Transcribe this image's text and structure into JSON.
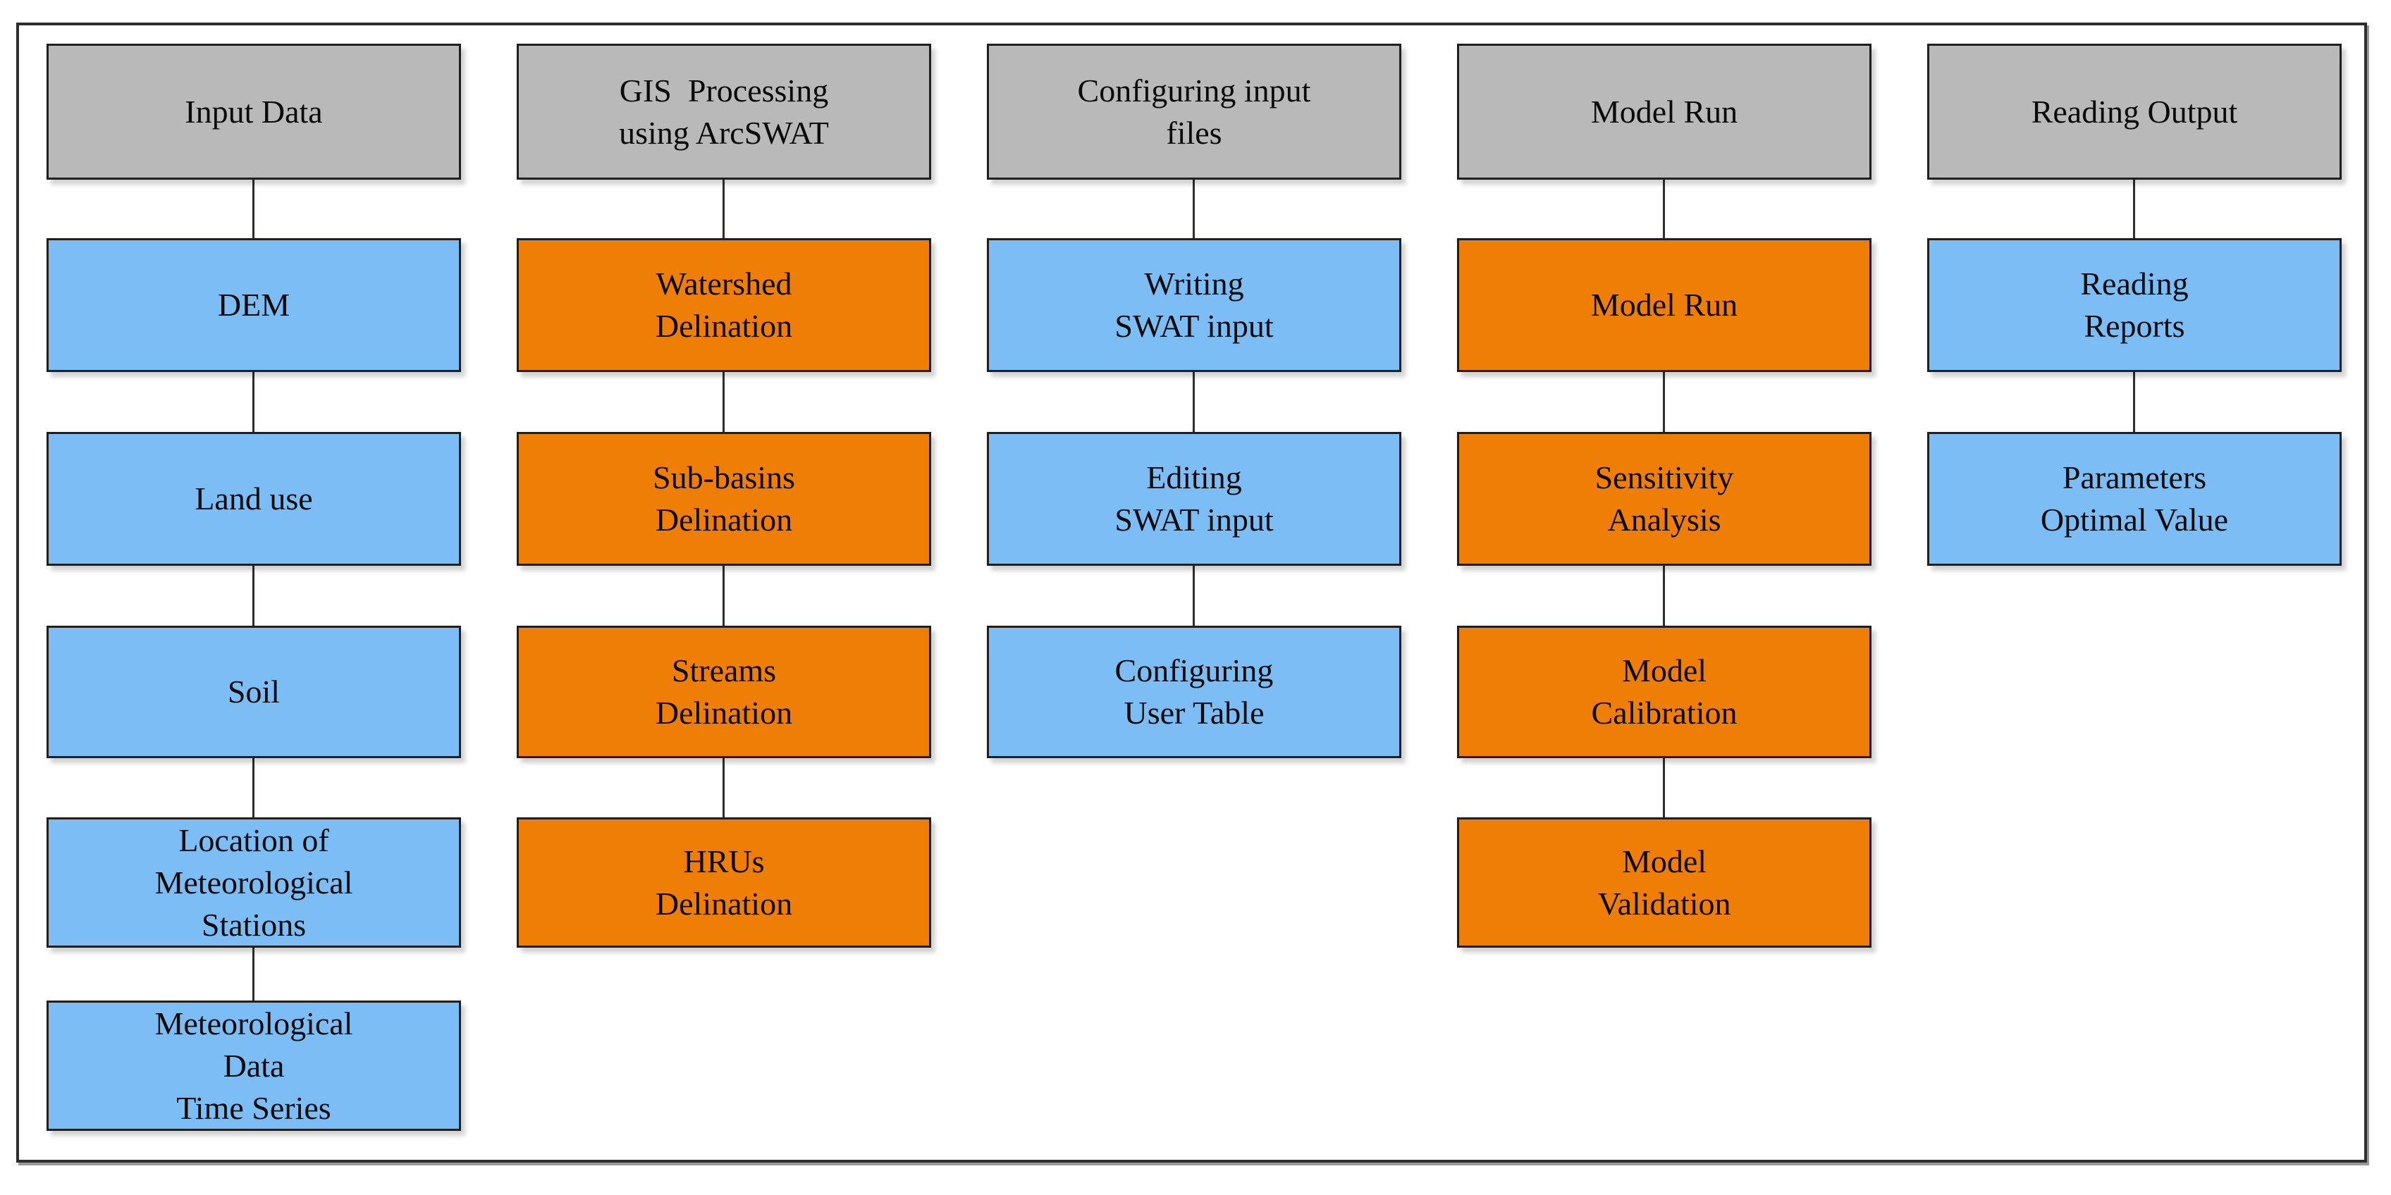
{
  "diagram": {
    "type": "flowchart",
    "colors": {
      "header_fill": "#b9b9b9",
      "blue_fill": "#7cbdf6",
      "orange_fill": "#ef7e06",
      "box_border": "#1f1f1f",
      "outer_border": "#2e2e2e",
      "background": "#ffffff",
      "text": "#0a0a0a"
    },
    "columns": [
      {
        "header": "Input Data",
        "item_color": "blue",
        "items": [
          "DEM",
          "Land use",
          "Soil",
          "Location of\nMeteorological\nStations",
          "Meteorological\nData\nTime Series"
        ]
      },
      {
        "header": "GIS  Processing\nusing ArcSWAT",
        "item_color": "orange",
        "items": [
          "Watershed\nDelination",
          "Sub-basins\nDelination",
          "Streams\nDelination",
          "HRUs\nDelination"
        ]
      },
      {
        "header": "Configuring input\nfiles",
        "item_color": "blue",
        "items": [
          "Writing\nSWAT input",
          "Editing\nSWAT input",
          "Configuring\nUser Table"
        ]
      },
      {
        "header": "Model Run",
        "item_color": "orange",
        "items": [
          "Model Run",
          "Sensitivity\nAnalysis",
          "Model\nCalibration",
          "Model\nValidation"
        ]
      },
      {
        "header": "Reading Output",
        "item_color": "blue",
        "items": [
          "Reading\nReports",
          "Parameters\nOptimal Value"
        ]
      }
    ]
  }
}
